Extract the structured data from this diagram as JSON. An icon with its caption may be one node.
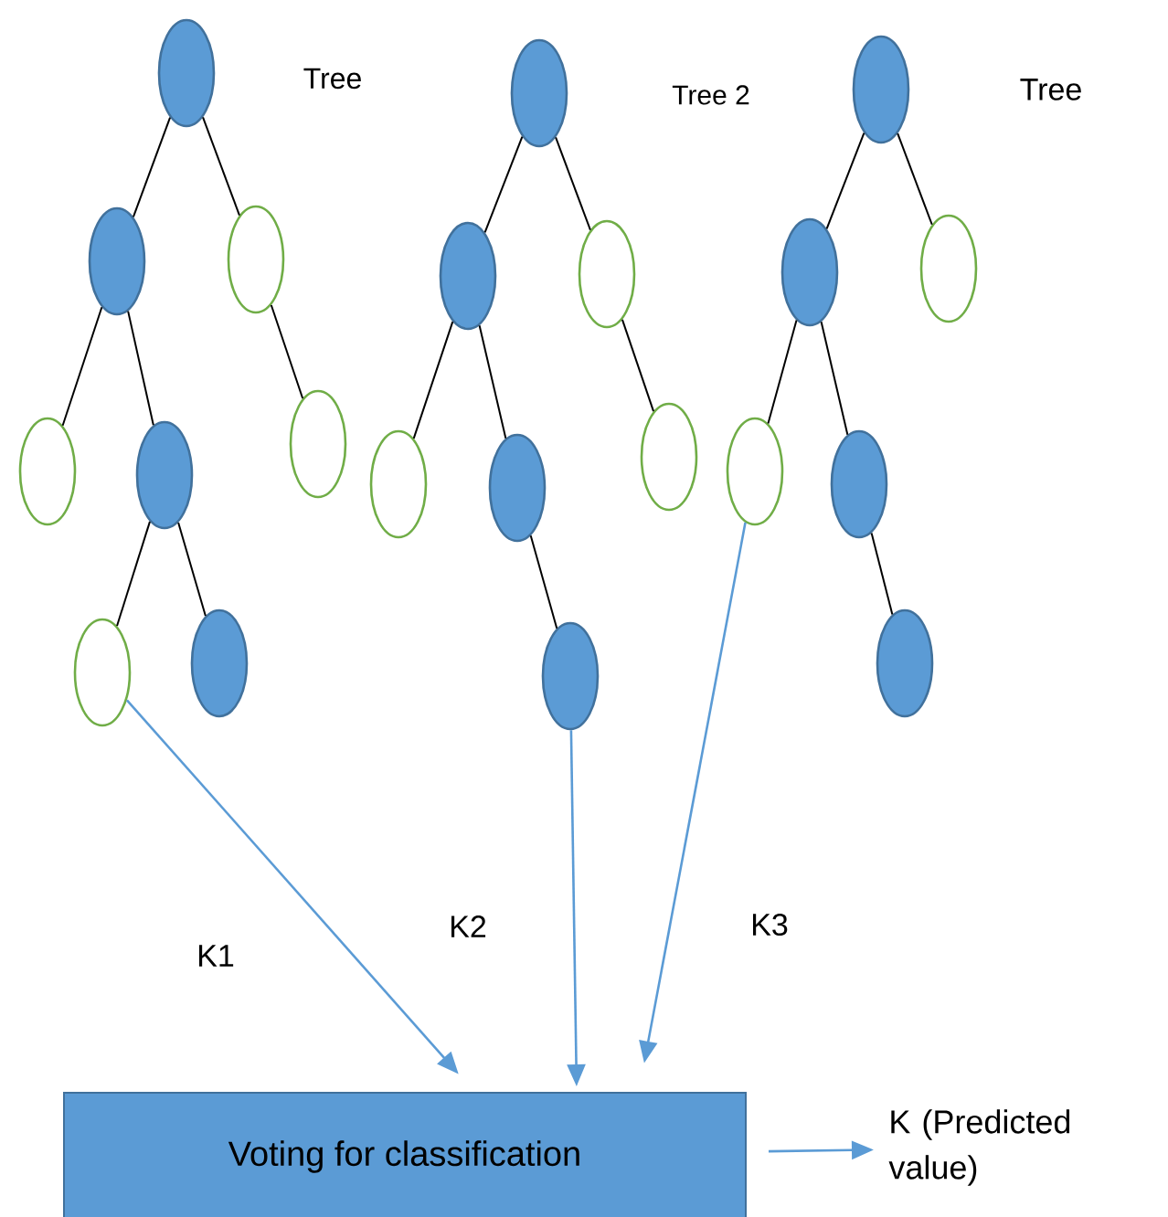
{
  "diagram": {
    "nodes": [
      {
        "text": [],
        "shape": "circle"
      },
      {
        "text": [],
        "shape": "circle"
      },
      {
        "text": [],
        "shape": "circle"
      },
      {
        "text": [],
        "shape": "circle"
      },
      {
        "text": [],
        "shape": "circle"
      },
      {
        "text": [],
        "shape": "circle"
      },
      {
        "text": [],
        "shape": "circle"
      },
      {
        "text": [],
        "shape": "circle"
      },
      {
        "text": [],
        "shape": "circle"
      },
      {
        "text": [],
        "shape": "circle"
      },
      {
        "text": [],
        "shape": "circle"
      },
      {
        "text": [],
        "shape": "circle"
      },
      {
        "text": [],
        "shape": "circle"
      },
      {
        "text": [],
        "shape": "circle"
      },
      {
        "text": [],
        "shape": "circle"
      },
      {
        "text": [],
        "shape": "circle"
      },
      {
        "text": [],
        "shape": "circle"
      },
      {
        "text": [],
        "shape": "circle"
      },
      {
        "text": [],
        "shape": "circle"
      },
      {
        "text": [],
        "shape": "circle"
      },
      {
        "text": [],
        "shape": "circle"
      },
      {
        "text": [
          "Voting for classification"
        ]
      },
      {
        "text": [
          "K (Predicted value)"
        ]
      }
    ],
    "edges": [
      {
        "from": 0,
        "to": 1,
        "arrow": "none"
      },
      {
        "from": 0,
        "to": 2,
        "arrow": "none"
      },
      {
        "from": 1,
        "to": 3,
        "arrow": "none"
      },
      {
        "from": 1,
        "to": 4,
        "arrow": "none"
      },
      {
        "from": 2,
        "to": 5,
        "arrow": "none"
      },
      {
        "from": 4,
        "to": 6,
        "arrow": "none"
      },
      {
        "from": 4,
        "to": 7,
        "arrow": "none"
      },
      {
        "from": 8,
        "to": 9,
        "arrow": "none"
      },
      {
        "from": 8,
        "to": 10,
        "arrow": "none"
      },
      {
        "from": 9,
        "to": 11,
        "arrow": "none"
      },
      {
        "from": 9,
        "to": 12,
        "arrow": "none"
      },
      {
        "from": 10,
        "to": 13,
        "arrow": "none"
      },
      {
        "from": 12,
        "to": 14,
        "arrow": "none"
      },
      {
        "from": 15,
        "to": 16,
        "arrow": "none"
      },
      {
        "from": 15,
        "to": 17,
        "arrow": "none"
      },
      {
        "from": 16,
        "to": 18,
        "arrow": "none"
      },
      {
        "from": 16,
        "to": 19,
        "arrow": "none"
      },
      {
        "from": 19,
        "to": 20,
        "arrow": "none"
      },
      {
        "from": 6,
        "to": 21,
        "arrow": "to",
        "label": "K1",
        "color": "#5b9bd5"
      },
      {
        "from": 14,
        "to": 21,
        "arrow": "to",
        "label": "K2",
        "color": "#5b9bd5"
      },
      {
        "from": 18,
        "to": 21,
        "arrow": "to",
        "label": "K3",
        "color": "#5b9bd5"
      },
      {
        "from": 21,
        "to": 22,
        "arrow": "to",
        "color": "#5b9bd5"
      }
    ],
    "labels": [
      "Tree",
      "Tree 2",
      "Tree"
    ]
  }
}
